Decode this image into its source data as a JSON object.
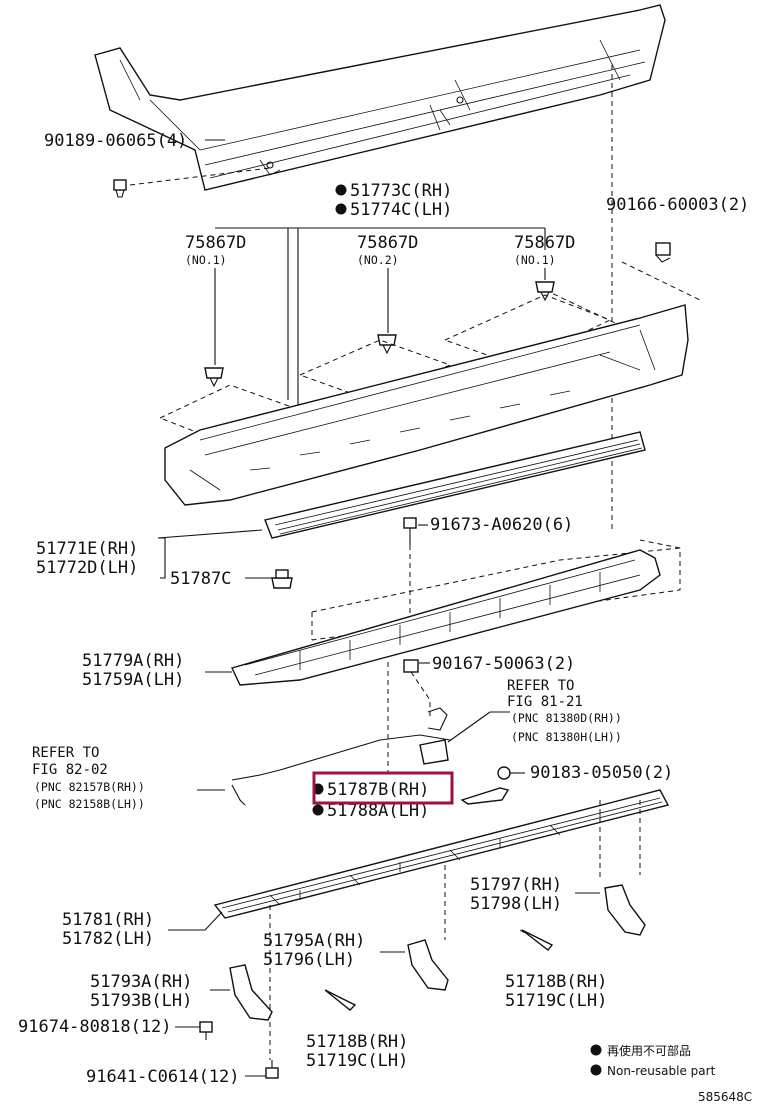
{
  "parts": {
    "p90189": "90189-06065(4)",
    "p51773": "51773C(RH)",
    "p51774": "51774C(LH)",
    "p90166": "90166-60003(2)",
    "clip1": "75867D",
    "clip1_no": "(NO.1)",
    "clip2": "75867D",
    "clip2_no": "(NO.2)",
    "clip3": "75867D",
    "clip3_no": "(NO.1)",
    "p51771": "51771E(RH)",
    "p51772": "51772D(LH)",
    "p51787c": "51787C",
    "p91673": "91673-A0620(6)",
    "p51779": "51779A(RH)",
    "p51759": "51759A(LH)",
    "p90167": "90167-50063(2)",
    "p90183": "90183-05050(2)",
    "p51787b": "51787B(RH)",
    "p51788": "51788A(LH)",
    "p51781": "51781(RH)",
    "p51782": "51782(LH)",
    "p51797": "51797(RH)",
    "p51798": "51798(LH)",
    "p51795": "51795A(RH)",
    "p51796": "51796(LH)",
    "p51718_right": "51718B(RH)",
    "p51719_right": "51719C(LH)",
    "p51793a": "51793A(RH)",
    "p51793b": "51793B(LH)",
    "p91674": "91674-80818(12)",
    "p51718_bottom": "51718B(RH)",
    "p51719_bottom": "51719C(LH)",
    "p91641": "91641-C0614(12)"
  },
  "refs": {
    "ref81_title": "REFER TO",
    "ref81_fig": "FIG 81-21",
    "ref81_pnc1": "(PNC 81380D(RH))",
    "ref81_pnc2": "(PNC 81380H(LH))",
    "ref82_title": "REFER TO",
    "ref82_fig": "FIG 82-02",
    "ref82_pnc1": "(PNC 82157B(RH))",
    "ref82_pnc2": "(PNC 82158B(LH))"
  },
  "legend": {
    "reuse": "再使用不可部品",
    "nonreuse": "Non-reusable part"
  },
  "diagram_code": "585648C",
  "highlight_color": "#a01040"
}
